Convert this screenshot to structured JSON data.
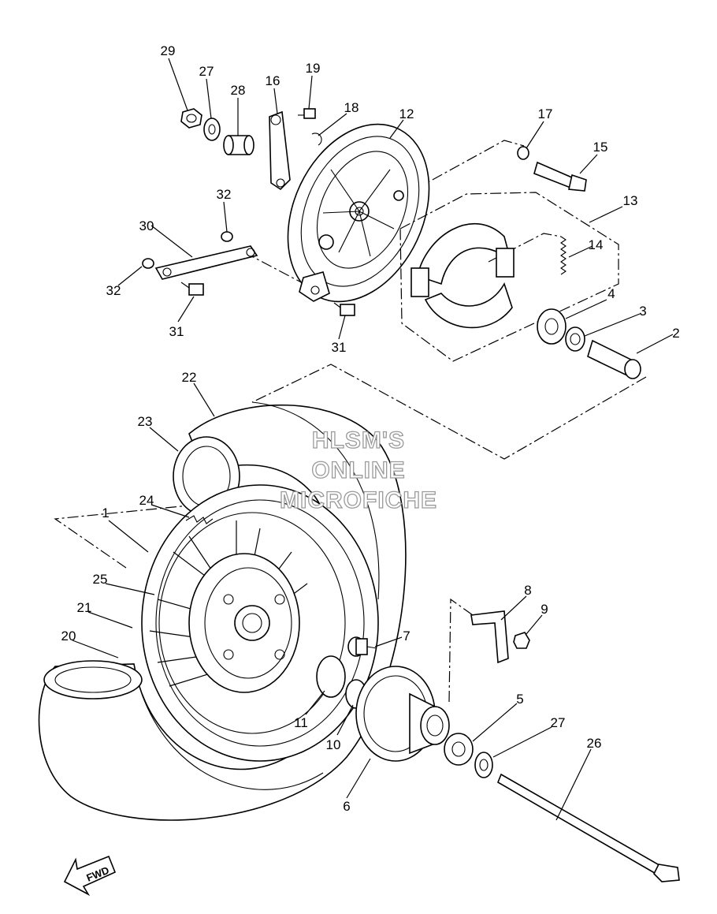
{
  "watermark": {
    "line1": "HLSM'S",
    "line2": "ONLINE",
    "line3": "MICROFICHE"
  },
  "fwd_label": "FWD",
  "callouts": [
    "29",
    "27",
    "28",
    "16",
    "19",
    "18",
    "12",
    "17",
    "15",
    "13",
    "14",
    "32",
    "30",
    "32",
    "31",
    "31",
    "4",
    "3",
    "2",
    "22",
    "23",
    "24",
    "1",
    "25",
    "21",
    "20",
    "8",
    "9",
    "7",
    "11",
    "10",
    "5",
    "27",
    "26",
    "6"
  ]
}
